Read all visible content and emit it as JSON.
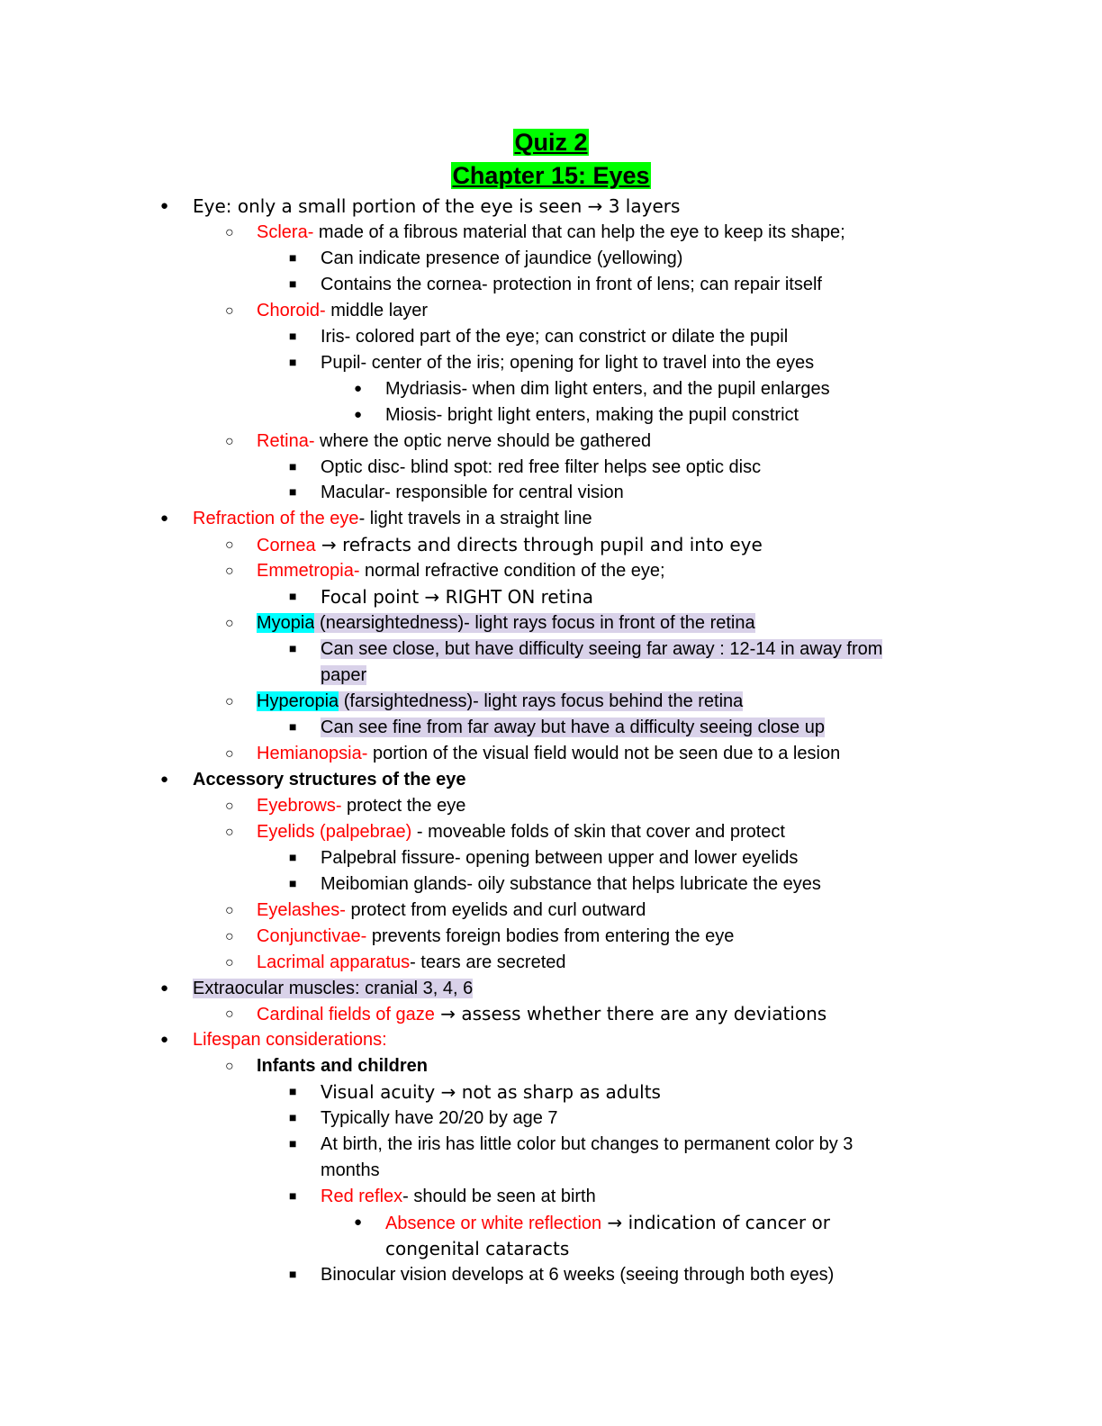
{
  "title": {
    "quiz": "Quiz 2",
    "chapter": "Chapter 15: Eyes"
  },
  "colors": {
    "term_red": "#ff0000",
    "title_highlight": "#00ff00",
    "cyan_highlight": "#00ffff",
    "lavender_highlight": "#d9d2e9"
  },
  "lines": [
    {
      "level": 1,
      "segs": [
        {
          "t": "Eye: only a small portion of the eye is seen → 3 layers",
          "s": "dj"
        }
      ]
    },
    {
      "level": 2,
      "segs": [
        {
          "t": "Sclera-",
          "s": "red"
        },
        {
          "t": " made of a fibrous material that can help the eye to keep its shape;"
        }
      ]
    },
    {
      "level": 3,
      "segs": [
        {
          "t": "Can indicate presence of jaundice (yellowing)"
        }
      ]
    },
    {
      "level": 3,
      "segs": [
        {
          "t": "Contains the cornea- protection in front of lens; can repair itself"
        }
      ]
    },
    {
      "level": 2,
      "segs": [
        {
          "t": "Choroid-",
          "s": "red"
        },
        {
          "t": " middle layer"
        }
      ]
    },
    {
      "level": 3,
      "segs": [
        {
          "t": "Iris- colored part of the eye; can constrict or dilate the pupil"
        }
      ]
    },
    {
      "level": 3,
      "segs": [
        {
          "t": "Pupil- center of the iris; opening for light to travel into the eyes"
        }
      ]
    },
    {
      "level": 4,
      "segs": [
        {
          "t": "Mydriasis- when dim light enters, and the pupil enlarges"
        }
      ]
    },
    {
      "level": 4,
      "segs": [
        {
          "t": "Miosis- bright light enters, making the pupil constrict"
        }
      ]
    },
    {
      "level": 2,
      "segs": [
        {
          "t": "Retina-",
          "s": "red"
        },
        {
          "t": " where the optic nerve should be gathered"
        }
      ]
    },
    {
      "level": 3,
      "segs": [
        {
          "t": "Optic disc- blind spot: red free filter helps see optic disc"
        }
      ]
    },
    {
      "level": 3,
      "segs": [
        {
          "t": "Macular- responsible for central vision"
        }
      ]
    },
    {
      "level": 1,
      "segs": [
        {
          "t": "Refraction of the eye",
          "s": "red"
        },
        {
          "t": "- light travels in a straight line"
        }
      ]
    },
    {
      "level": 2,
      "segs": [
        {
          "t": "Cornea",
          "s": "red"
        },
        {
          "t": " → refracts and directs through pupil and into eye",
          "s": "dj"
        }
      ]
    },
    {
      "level": 2,
      "segs": [
        {
          "t": "Emmetropia-",
          "s": "red"
        },
        {
          "t": " normal refractive condition of the eye;"
        }
      ]
    },
    {
      "level": 3,
      "segs": [
        {
          "t": "Focal point → RIGHT ON retina",
          "s": "dj"
        }
      ]
    },
    {
      "level": 2,
      "segs": [
        {
          "t": "Myopia",
          "s": "hl-cyan"
        },
        {
          "t": " (nearsightedness)- light rays focus in front of the retina",
          "s": "hl-lav"
        }
      ]
    },
    {
      "level": 3,
      "segs": [
        {
          "t": "Can see close, but have difficulty seeing far away : 12-14 in away from ",
          "s": "hl-lav"
        }
      ]
    },
    {
      "level": 3,
      "nobullet": true,
      "segs": [
        {
          "t": "paper",
          "s": "hl-lav"
        }
      ]
    },
    {
      "level": 2,
      "segs": [
        {
          "t": "Hyperopia",
          "s": "hl-cyan"
        },
        {
          "t": " (farsightedness)- light rays focus behind the retina",
          "s": "hl-lav"
        }
      ]
    },
    {
      "level": 3,
      "segs": [
        {
          "t": "Can see fine from far away but have a difficulty seeing close up",
          "s": "hl-lav"
        }
      ]
    },
    {
      "level": 2,
      "segs": [
        {
          "t": "Hemianopsia-",
          "s": "red"
        },
        {
          "t": " portion of the visual field would not be seen due to a lesion"
        }
      ]
    },
    {
      "level": 1,
      "segs": [
        {
          "t": "Accessory structures of the eye",
          "s": "bold"
        }
      ]
    },
    {
      "level": 2,
      "segs": [
        {
          "t": "Eyebrows-",
          "s": "red"
        },
        {
          "t": " protect the eye"
        }
      ]
    },
    {
      "level": 2,
      "segs": [
        {
          "t": "Eyelids (palpebrae)",
          "s": "red"
        },
        {
          "t": " - moveable folds of skin that cover and protect"
        }
      ]
    },
    {
      "level": 3,
      "segs": [
        {
          "t": "Palpebral fissure- opening between upper and lower eyelids"
        }
      ]
    },
    {
      "level": 3,
      "segs": [
        {
          "t": "Meibomian glands- oily substance that helps lubricate the eyes"
        }
      ]
    },
    {
      "level": 2,
      "segs": [
        {
          "t": "Eyelashes-",
          "s": "red"
        },
        {
          "t": " protect from eyelids and curl outward"
        }
      ]
    },
    {
      "level": 2,
      "segs": [
        {
          "t": "Conjunctivae-",
          "s": "red"
        },
        {
          "t": " prevents foreign bodies from entering the eye"
        }
      ]
    },
    {
      "level": 2,
      "segs": [
        {
          "t": "Lacrimal apparatus",
          "s": "red"
        },
        {
          "t": "- tears are secreted"
        }
      ]
    },
    {
      "level": 1,
      "segs": [
        {
          "t": "Extraocular muscles: cranial 3, 4, 6",
          "s": "hl-lav"
        }
      ]
    },
    {
      "level": 2,
      "segs": [
        {
          "t": "Cardinal fields of gaze",
          "s": "red"
        },
        {
          "t": " → assess whether there are any deviations",
          "s": "dj"
        }
      ]
    },
    {
      "level": 1,
      "segs": [
        {
          "t": "Lifespan considerations:",
          "s": "red"
        }
      ]
    },
    {
      "level": 2,
      "segs": [
        {
          "t": "Infants and children",
          "s": "bold"
        }
      ]
    },
    {
      "level": 3,
      "segs": [
        {
          "t": "Visual acuity → not as sharp as adults",
          "s": "dj"
        }
      ]
    },
    {
      "level": 3,
      "segs": [
        {
          "t": "Typically have 20/20 by age 7"
        }
      ]
    },
    {
      "level": 3,
      "segs": [
        {
          "t": "At birth, the iris has little color but changes to permanent color by 3"
        }
      ]
    },
    {
      "level": 3,
      "nobullet": true,
      "segs": [
        {
          "t": "months"
        }
      ]
    },
    {
      "level": 3,
      "segs": [
        {
          "t": "Red reflex",
          "s": "red"
        },
        {
          "t": "- should be seen at birth"
        }
      ]
    },
    {
      "level": 4,
      "segs": [
        {
          "t": "Absence or white reflection",
          "s": "red"
        },
        {
          "t": " → indication of cancer or",
          "s": "dj"
        }
      ]
    },
    {
      "level": 4,
      "nobullet": true,
      "segs": [
        {
          "t": "congenital cataracts",
          "s": "dj"
        }
      ]
    },
    {
      "level": 3,
      "segs": [
        {
          "t": "Binocular vision develops at 6 weeks (seeing through both eyes)"
        }
      ]
    }
  ]
}
